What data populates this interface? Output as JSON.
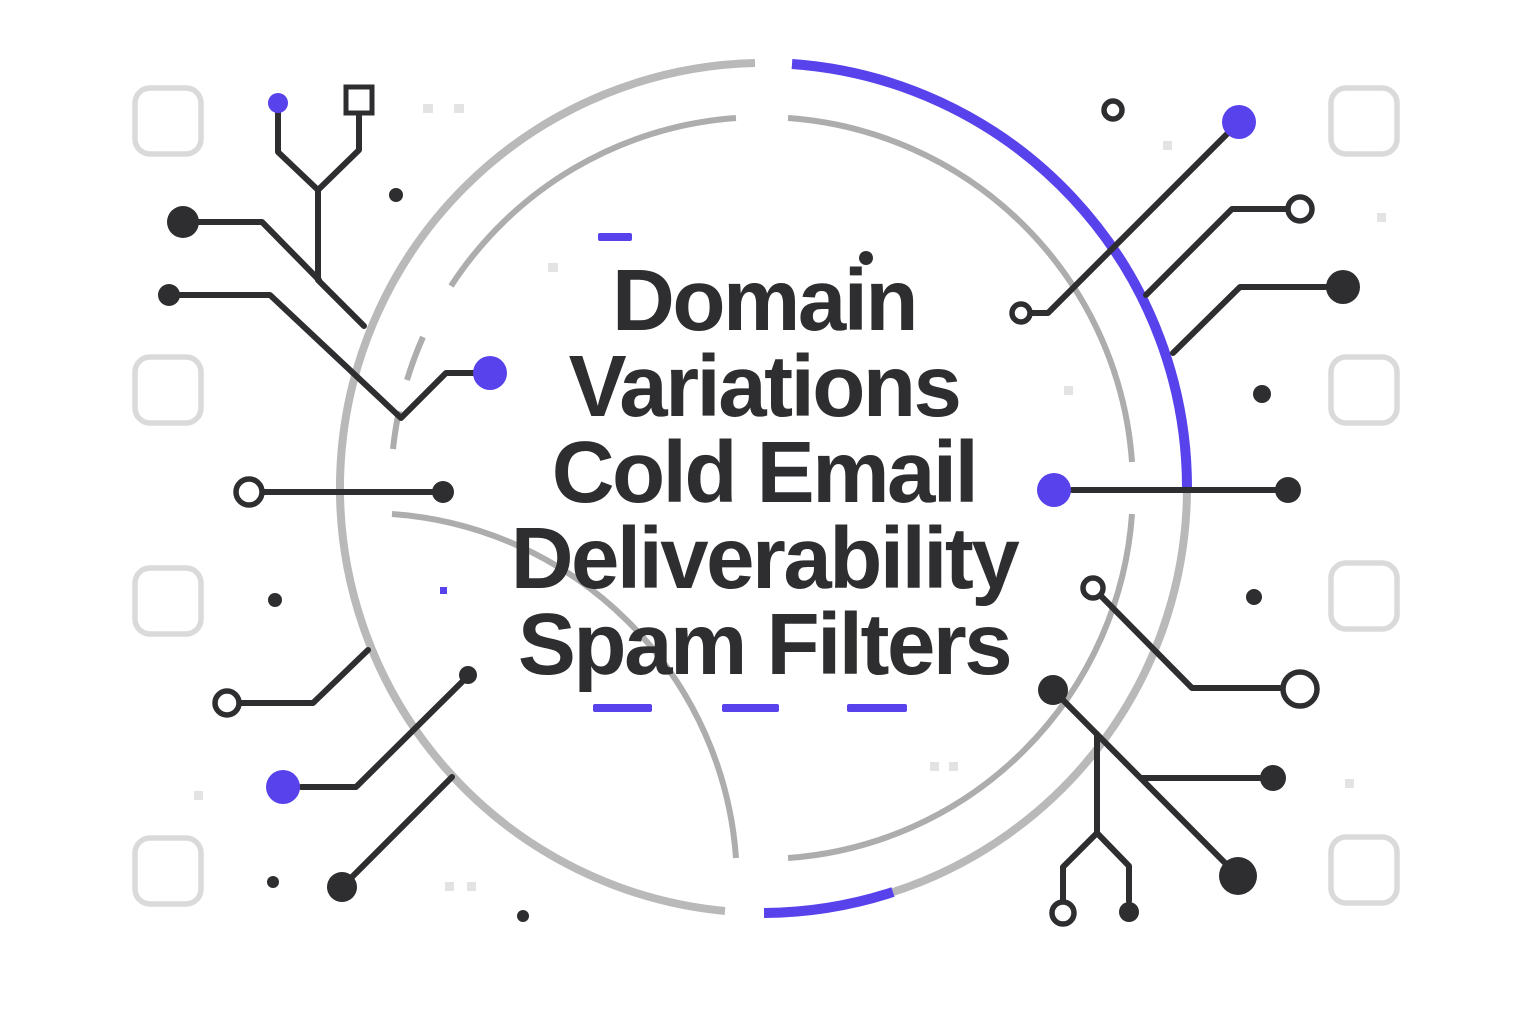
{
  "title": {
    "lines": [
      "Domain",
      "Variations",
      "Cold Email",
      "Deliverability",
      "Spam Filters"
    ]
  },
  "colors": {
    "accent_purple": "#5742EC",
    "trace_black": "#2E2E31",
    "ring_gray": "#B9B9B9",
    "inner_ring_gray": "#ADADAD",
    "square_gray": "#DADADA",
    "pixel_gray": "#E3E3E3",
    "text_dark": "#2E2E31",
    "background": "#FFFFFF"
  }
}
